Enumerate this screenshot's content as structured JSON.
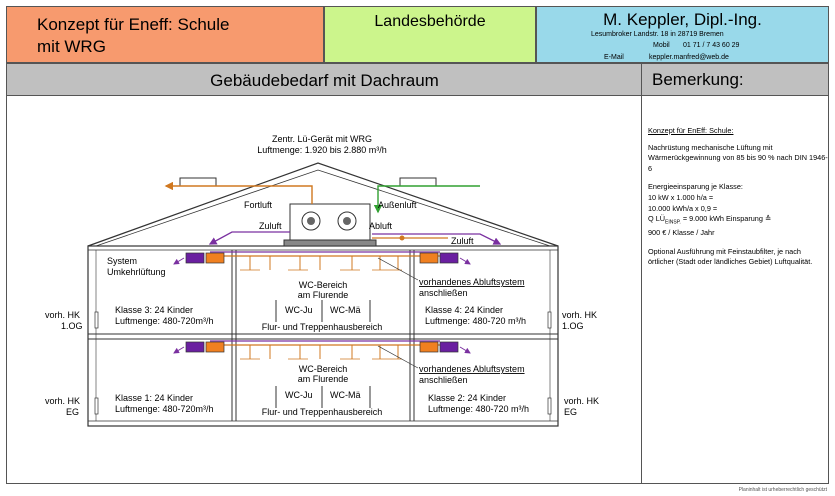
{
  "header": {
    "title_line1": "Konzept für Eneff: Schule",
    "title_line2": "mit WRG",
    "authority": "Landesbehörde",
    "company": "M. Keppler, Dipl.-Ing.",
    "address": "Lesumbroker Landstr. 18 in 28719 Bremen",
    "mobil_label": "Mobil",
    "mobil_number": "01 71 / 7 43 60 29",
    "email_label": "E-Mail",
    "email": "keppler.manfred@web.de"
  },
  "bar": {
    "title": "Gebäudebedarf mit Dachraum",
    "remark_heading": "Bemerkung:"
  },
  "diagram": {
    "central_unit_line1": "Zentr. Lü-Gerät mit WRG",
    "central_unit_line2": "Luftmenge: 1.920 bis 2.880 m³/h",
    "fortluft": "Fortluft",
    "aussenluft": "Außenluft",
    "zuluft": "Zuluft",
    "abluft": "Abluft",
    "system_line1": "System",
    "system_line2": "Umkehrlüftung",
    "wc_area_line1": "WC-Bereich",
    "wc_area_line2": "am Flurende",
    "wc_ju": "WC-Ju",
    "wc_mae": "WC-Mä",
    "corridor": "Flur- und Treppenhausbereich",
    "existing_line1": "vorhandenes Abluftsystem",
    "existing_line2": "anschließen",
    "hk_label": "vorh. HK",
    "floor_og": "1.OG",
    "floor_eg": "EG",
    "class3_name": "Klasse 3: 24 Kinder",
    "class3_air": "Luftmenge: 480-720m³/h",
    "class4_name": "Klasse 4: 24 Kinder",
    "class4_air": "Luftmenge: 480-720 m³/h",
    "class1_name": "Klasse 1: 24 Kinder",
    "class1_air": "Luftmenge: 480-720m³/h",
    "class2_name": "Klasse 2: 24 Kinder",
    "class2_air": "Luftmenge: 480-720 m³/h"
  },
  "remarks": {
    "heading": "Konzept für EnEff: Schule:",
    "p1": "Nachrüstung mechanische Lüftung mit Wärmerückgewinnung von 85 bis 90 % nach DIN 1946-6",
    "p2_l1": "Energieeinsparung je Klasse:",
    "p2_l2": "10 kW x 1.000 h/a =",
    "p2_l3": "10.000 kWh/a x 0,9 =",
    "p2_l4a": "Q LÜ",
    "p2_l4sub": "EINSP.",
    "p2_l4b": "= 9.000 kWh Einsparung ≙",
    "p2_l5": "900 € / Klasse / Jahr",
    "p3": "Optional Ausführung mit Feinstaubfilter, je nach örtlicher (Stadt oder ländliches Gebiet) Luftqualität."
  },
  "footer": "Planinhalt ist urheberrechtlich geschützt",
  "colors": {
    "header_left": "#f79a6e",
    "header_mid": "#ccf58c",
    "header_right": "#99d9ea",
    "bar": "#c0c0c0",
    "exhaust": "#d07820",
    "supply": "#7a30a0",
    "fresh": "#30a030",
    "unit_purple": "#6a1fa0",
    "unit_orange": "#f08020"
  }
}
